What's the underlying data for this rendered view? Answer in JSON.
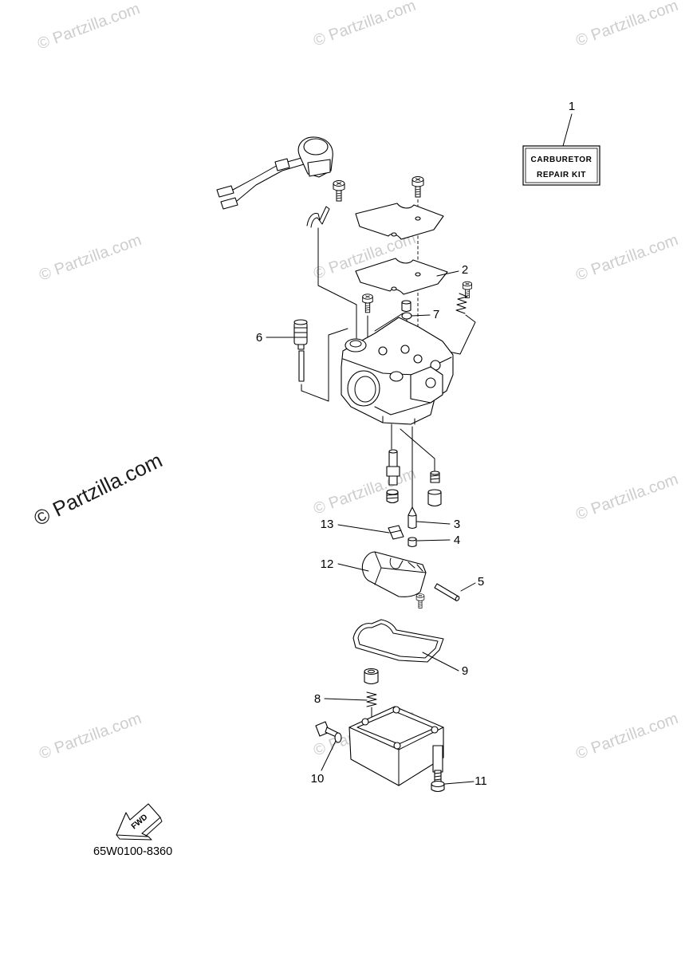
{
  "watermark": "© Partzilla.com",
  "repair_kit_label": {
    "line1": "CARBURETOR",
    "line2": "REPAIR KIT"
  },
  "callouts": [
    "1",
    "2",
    "3",
    "4",
    "5",
    "6",
    "7",
    "8",
    "9",
    "10",
    "11",
    "12",
    "13"
  ],
  "fwd_label": "FWD",
  "diagram_code": "65W0100-8360",
  "colors": {
    "line_art": "#000000",
    "watermark": "#cdcdcd",
    "background": "#ffffff"
  }
}
